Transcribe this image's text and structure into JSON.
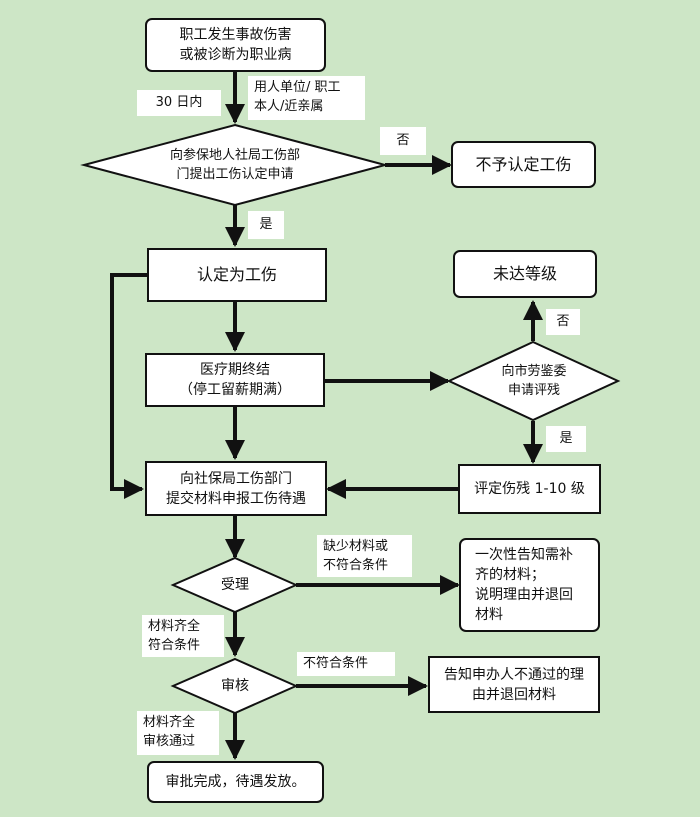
{
  "nodes": {
    "start": "职工发生事故伤害\n或被诊断为职业病",
    "apply": "向参保地人社局工伤部\n门提出工伤认定申请",
    "not_recognized": "不予认定工伤",
    "recognized": "认定为工伤",
    "not_graded": "未达等级",
    "medical_end": "医疗期终结\n（停工留薪期满）",
    "appraisal": "向市劳鉴委\n申请评残",
    "disability_grade": "评定伤残 1-10 级",
    "submit": "向社保局工伤部门\n提交材料申报工伤待遇",
    "accept": "受理",
    "notify_supplement": "一次性告知需补\n齐的材料；\n说明理由并退回\n材料",
    "review": "审核",
    "notify_reject": "告知申办人不通过的理\n由并退回材料",
    "complete": "审批完成，待遇发放。"
  },
  "labels": {
    "within_30_days": "30 日内",
    "applicant": "用人单位/  职工\n本人/近亲属",
    "no_1": "否",
    "yes_1": "是",
    "no_2": "否",
    "yes_2": "是",
    "missing_materials": "缺少材料或\n不符合条件",
    "materials_ok": "材料齐全\n符合条件",
    "not_qualified": "不符合条件",
    "review_passed": "材料齐全\n审核通过"
  },
  "colors": {
    "background": "#cde6c6",
    "box_fill": "#ffffff",
    "line": "#111111"
  }
}
